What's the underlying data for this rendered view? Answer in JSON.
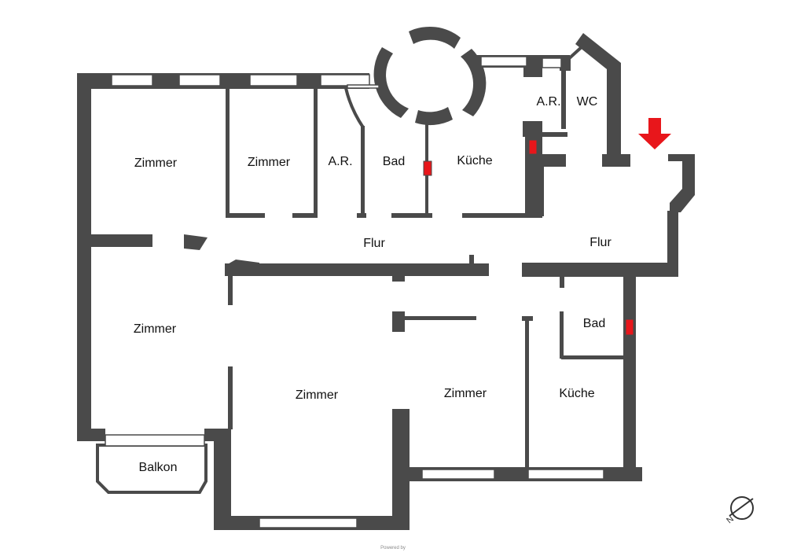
{
  "rooms": [
    {
      "label": "Zimmer"
    },
    {
      "label": "Zimmer"
    },
    {
      "label": "A.R."
    },
    {
      "label": "Bad"
    },
    {
      "label": "Küche"
    },
    {
      "label": "A.R."
    },
    {
      "label": "WC"
    },
    {
      "label": "Flur"
    },
    {
      "label": "Flur"
    },
    {
      "label": "Zimmer"
    },
    {
      "label": "Bad"
    },
    {
      "label": "Zimmer"
    },
    {
      "label": "Zimmer"
    },
    {
      "label": "Küche"
    },
    {
      "label": "Balkon"
    }
  ],
  "footer": {
    "text": "Powered by"
  },
  "colors": {
    "walls": "#4a4a4a",
    "entrance_arrow": "#e8161b",
    "chimney": "#e8161b",
    "background": "#ffffff"
  },
  "icons": {
    "entrance": "entrance-arrow-icon",
    "compass": "compass-north-icon"
  }
}
